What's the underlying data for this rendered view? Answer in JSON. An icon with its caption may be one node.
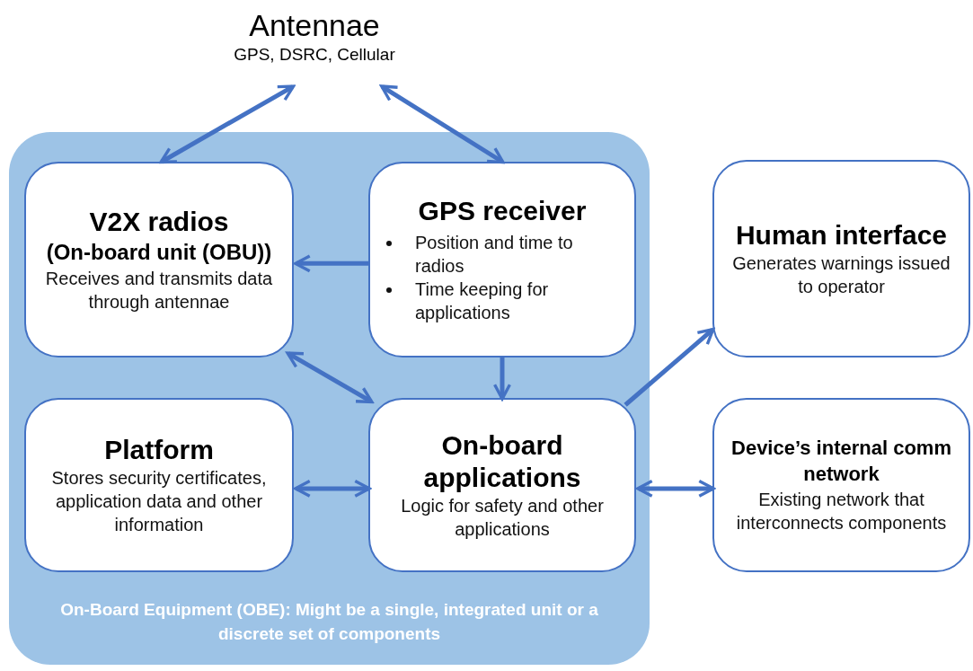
{
  "diagram": {
    "nodes": [
      {
        "text": [
          "Antennae",
          "GPS, DSRC, Cellular"
        ]
      },
      {
        "text": [
          "On-Board Equipment (OBE): Might be a single, integrated unit or  a discrete set of components"
        ]
      },
      {
        "text": [
          "V2X radios",
          "(On-board unit (OBU))",
          "Receives and transmits data through antennae"
        ],
        "in": 1
      },
      {
        "text": [
          "GPS receiver",
          "Position and time to radios",
          "Time keeping for applications"
        ],
        "in": 1
      },
      {
        "text": [
          "Human interface",
          "Generates warnings issued to operator"
        ]
      },
      {
        "text": [
          "Platform",
          "Stores security certificates, application data and other information"
        ],
        "in": 1
      },
      {
        "text": [
          "On-board applications",
          "Logic for safety and other applications"
        ],
        "in": 1
      },
      {
        "text": [
          "Device’s internal comm network",
          "Existing network that interconnects components"
        ]
      }
    ],
    "edges": [
      {
        "from": 0,
        "to": 2,
        "arrow": "both"
      },
      {
        "from": 0,
        "to": 3,
        "arrow": "both"
      },
      {
        "from": 3,
        "to": 2,
        "arrow": "to"
      },
      {
        "from": 2,
        "to": 6,
        "arrow": "both"
      },
      {
        "from": 3,
        "to": 6,
        "arrow": "to"
      },
      {
        "from": 6,
        "to": 4,
        "arrow": "to"
      },
      {
        "from": 5,
        "to": 6,
        "arrow": "both"
      },
      {
        "from": 6,
        "to": 7,
        "arrow": "both"
      }
    ]
  }
}
